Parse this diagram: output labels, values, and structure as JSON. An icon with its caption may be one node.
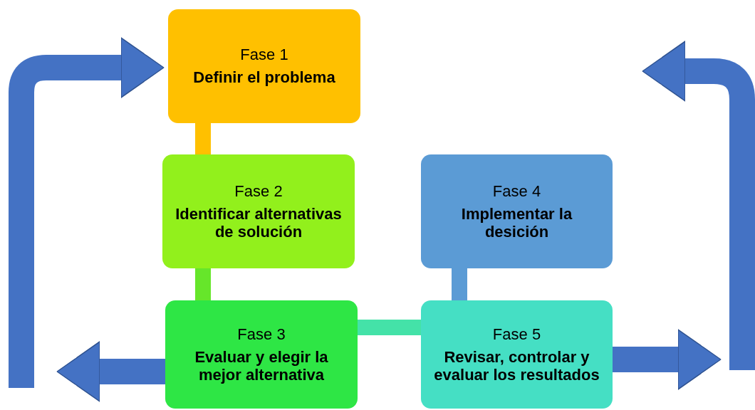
{
  "diagram": {
    "nodes": [
      {
        "text": [
          "Fase 1",
          "Definir el problema"
        ]
      },
      {
        "text": [
          "Fase 2",
          "Identificar alternativas de solución"
        ]
      },
      {
        "text": [
          "Fase 3",
          "Evaluar y elegir la mejor alternativa"
        ]
      },
      {
        "text": [
          "Fase 4",
          "Implementar la desición"
        ]
      },
      {
        "text": [
          "Fase 5",
          "Revisar, controlar y evaluar los resultados"
        ]
      }
    ],
    "edges": [
      {
        "from": 0,
        "to": 1,
        "arrow": "none",
        "color": "#ffc000"
      },
      {
        "from": 1,
        "to": 2,
        "arrow": "none",
        "color": "#66e62a"
      },
      {
        "from": 2,
        "to": 4,
        "arrow": "none",
        "color": "#44e2a8"
      },
      {
        "from": 3,
        "to": 4,
        "arrow": "none",
        "color": "#5b9bd5"
      },
      {
        "from": 2,
        "to": null,
        "arrow": "to",
        "color": "#4472c4"
      },
      {
        "from": null,
        "to": 0,
        "arrow": "to",
        "color": "#4472c4"
      },
      {
        "from": 4,
        "to": null,
        "arrow": "to",
        "color": "#4472c4"
      }
    ]
  }
}
